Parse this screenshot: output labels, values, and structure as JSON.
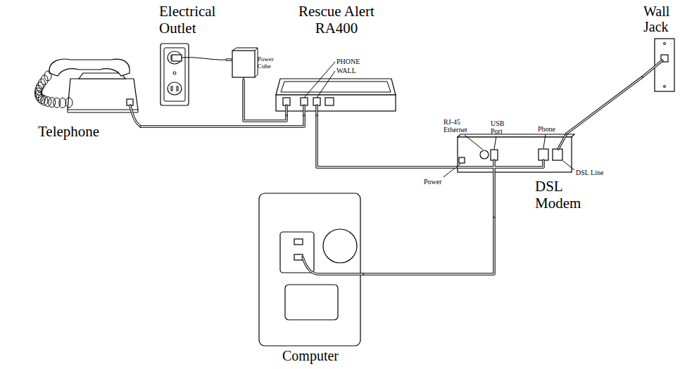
{
  "diagram": {
    "nodes": [
      {
        "text": [
          "Electrical Outlet"
        ]
      },
      {
        "text": [
          "Rescue Alert RA400"
        ]
      },
      {
        "text": [
          "Wall Jack"
        ]
      },
      {
        "text": [
          "Power Cube"
        ]
      },
      {
        "text": [
          "Telephone"
        ]
      },
      {
        "text": [
          "DSL Modem"
        ]
      },
      {
        "text": [
          "Computer"
        ]
      }
    ],
    "edges": [
      {
        "from": 0,
        "to": 3,
        "arrow": "none"
      },
      {
        "from": 3,
        "to": 1,
        "arrow": "none"
      },
      {
        "from": 4,
        "to": 1,
        "arrow": "none"
      },
      {
        "from": 1,
        "to": 5,
        "arrow": "none"
      },
      {
        "from": 5,
        "to": 2,
        "arrow": "none"
      },
      {
        "from": 5,
        "to": 6,
        "arrow": "none"
      }
    ],
    "labels": [
      "PHONE",
      "WALL",
      "RJ-45 Ethernet",
      "USB Port",
      "Phone",
      "DSL Line",
      "Power"
    ]
  }
}
